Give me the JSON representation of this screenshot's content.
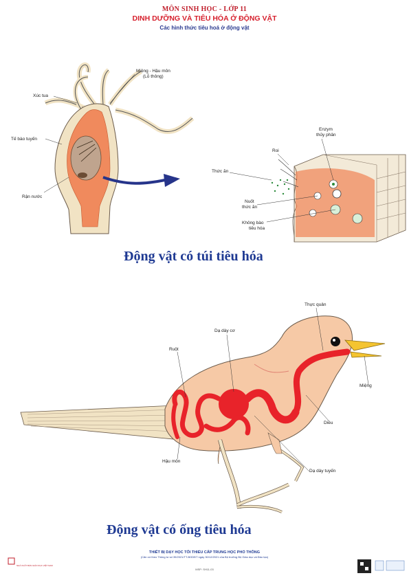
{
  "header": {
    "subject": "MÔN SINH HỌC - LỚP 11",
    "title": "DINH DƯỠNG VÀ TIÊU HÓA Ở ĐỘNG VẬT",
    "subtitle": "Các hình thức tiêu hoá ở động vật"
  },
  "section1": {
    "title": "Động vật có túi tiêu hóa",
    "labels": {
      "mouth_anus": "Miệng - Hậu môn",
      "mouth_anus_note": "(Lỗ thông)",
      "tentacle": "Xúc tua",
      "gland_cell": "Tế bào tuyến",
      "water_flea": "Rận nước",
      "flagella": "Roi",
      "enzyme": "Enzym",
      "enzyme2": "thủy phân",
      "food": "Thức ăn",
      "engulf": "Nuốt",
      "engulf2": "thức ăn",
      "vacuole": "Không bào",
      "vacuole2": "tiêu hóa"
    }
  },
  "section2": {
    "title": "Động vật có ống tiêu hóa",
    "labels": {
      "esophagus": "Thực quản",
      "gizzard": "Dạ dày cơ",
      "intestine": "Ruột",
      "mouth": "Miệng",
      "crop": "Diều",
      "anus": "Hậu môn",
      "proventriculus": "Dạ dày tuyến"
    }
  },
  "footer": {
    "line1": "THIẾT BỊ DẠY HỌC TỐI THIỂU CẤP TRUNG HỌC PHỔ THÔNG",
    "line2": "(Căn cứ theo Thông tư số 39/2021/TT-BGDĐT ngày 30/12/2021 của Bộ trưởng Bộ Giáo dục và Đào tạo)",
    "code": "MSP: SH11-03",
    "publisher": "NHÀ XUẤT BẢN GIÁO DỤC VIỆT NAM"
  },
  "colors": {
    "title_red": "#d61f2c",
    "title_blue": "#1f3a93",
    "digestive_red": "#e8232a",
    "body_peach": "#f6c9a6",
    "hydra_orange": "#f08a5d",
    "arrow_navy": "#26348a"
  }
}
